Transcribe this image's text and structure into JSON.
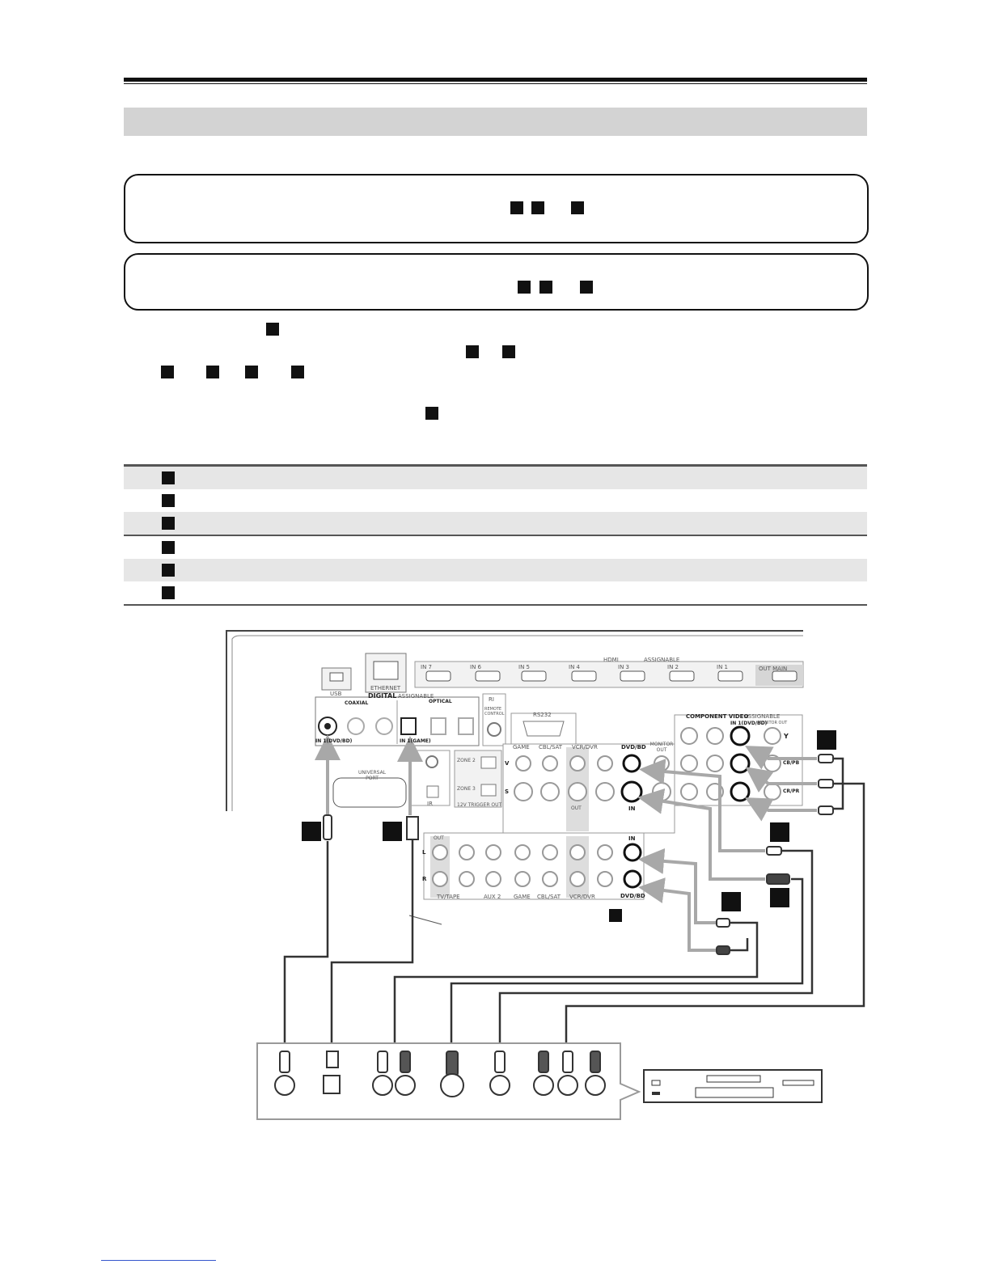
{
  "receiver_panel": {
    "hdmi": {
      "title": "HDMI",
      "assignable": "ASSIGNABLE",
      "inputs": [
        "IN 7",
        "IN 6",
        "IN 5",
        "IN 4",
        "IN 3",
        "IN 2",
        "IN 1"
      ],
      "out_main": "OUT MAIN"
    },
    "usb": "USB",
    "ethernet": "ETHERNET",
    "digital": {
      "title": "DIGITAL",
      "assignable": "ASSIGNABLE",
      "coaxial": "COAXIAL",
      "optical": "OPTICAL",
      "coax_in1": "IN 1(DVD/BD)",
      "opt_in1": "IN 1(GAME)"
    },
    "ri": "RI",
    "remote_control": "REMOTE CONTROL",
    "rs232": "RS232",
    "universal_port": "UNIVERSAL PORT",
    "ir": "IR",
    "zone2": "ZONE 2",
    "zone3": "ZONE 3",
    "trigger_out": "12V TRIGGER OUT",
    "video_groups": [
      "GAME",
      "CBL/SAT",
      "VCR/DVR",
      "DVD/BD"
    ],
    "monitor_out": "MONITOR OUT",
    "component_video": {
      "title": "COMPONENT VIDEO",
      "assignable": "ASSIGNABLE",
      "in1": "IN 1(DVD/BD)",
      "monitor_out": "MONITOR OUT"
    },
    "y": "Y",
    "cb": "CB/PB",
    "cr": "CR/PR",
    "row_v": "V",
    "row_s": "S",
    "row_l": "L",
    "row_r": "R",
    "jack_in": "IN",
    "jack_out": "OUT",
    "audio_groups": [
      "TV/TAPE",
      "AUX 2",
      "GAME",
      "CBL/SAT",
      "VCR/DVR",
      "DVD/BD"
    ]
  },
  "colors": {
    "ink": "#111111",
    "band": "#d3d3d3",
    "row_shade": "#e6e6e6",
    "panel": "#f2f2f2",
    "jack": "#9a9a9a",
    "arrow": "#a8a8a8"
  },
  "icons": [
    "black-marker",
    "rca-plug",
    "optical-plug",
    "s-video-plug",
    "dvd-player-icon"
  ]
}
